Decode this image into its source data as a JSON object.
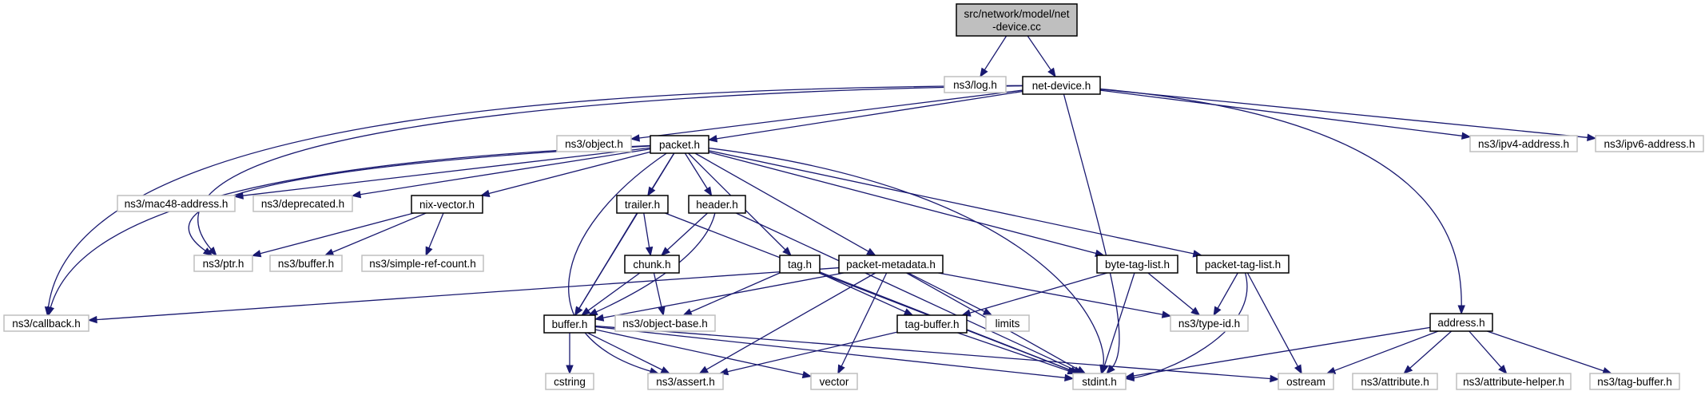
{
  "diagram": {
    "title": "Include dependency graph for src/network/model/net-device.cc",
    "colors": {
      "edge": "#191970",
      "root_fill": "#bfbfbf",
      "root_border": "#000000",
      "documented_border": "#000000",
      "external_border": "#bfbfbf",
      "node_fill": "#ffffff"
    },
    "nodes": [
      {
        "id": "root",
        "label_lines": [
          "src/network/model/net",
          "-device.cc"
        ],
        "kind": "root"
      },
      {
        "id": "log",
        "label_lines": [
          "ns3/log.h"
        ],
        "kind": "external"
      },
      {
        "id": "netdevice",
        "label_lines": [
          "net-device.h"
        ],
        "kind": "documented"
      },
      {
        "id": "object",
        "label_lines": [
          "ns3/object.h"
        ],
        "kind": "external"
      },
      {
        "id": "packet",
        "label_lines": [
          "packet.h"
        ],
        "kind": "documented"
      },
      {
        "id": "ipv4",
        "label_lines": [
          "ns3/ipv4-address.h"
        ],
        "kind": "external"
      },
      {
        "id": "ipv6",
        "label_lines": [
          "ns3/ipv6-address.h"
        ],
        "kind": "external"
      },
      {
        "id": "mac48",
        "label_lines": [
          "ns3/mac48-address.h"
        ],
        "kind": "external"
      },
      {
        "id": "deprecated",
        "label_lines": [
          "ns3/deprecated.h"
        ],
        "kind": "external"
      },
      {
        "id": "nixvector",
        "label_lines": [
          "nix-vector.h"
        ],
        "kind": "documented"
      },
      {
        "id": "trailer",
        "label_lines": [
          "trailer.h"
        ],
        "kind": "documented"
      },
      {
        "id": "header",
        "label_lines": [
          "header.h"
        ],
        "kind": "documented"
      },
      {
        "id": "ptr",
        "label_lines": [
          "ns3/ptr.h"
        ],
        "kind": "external"
      },
      {
        "id": "ns3buffer",
        "label_lines": [
          "ns3/buffer.h"
        ],
        "kind": "external"
      },
      {
        "id": "simplerefcount",
        "label_lines": [
          "ns3/simple-ref-count.h"
        ],
        "kind": "external"
      },
      {
        "id": "chunk",
        "label_lines": [
          "chunk.h"
        ],
        "kind": "documented"
      },
      {
        "id": "tag",
        "label_lines": [
          "tag.h"
        ],
        "kind": "documented"
      },
      {
        "id": "packetmetadata",
        "label_lines": [
          "packet-metadata.h"
        ],
        "kind": "documented"
      },
      {
        "id": "bytetaglist",
        "label_lines": [
          "byte-tag-list.h"
        ],
        "kind": "documented"
      },
      {
        "id": "packettaglist",
        "label_lines": [
          "packet-tag-list.h"
        ],
        "kind": "documented"
      },
      {
        "id": "callback",
        "label_lines": [
          "ns3/callback.h"
        ],
        "kind": "external"
      },
      {
        "id": "buffer",
        "label_lines": [
          "buffer.h"
        ],
        "kind": "documented"
      },
      {
        "id": "objectbase",
        "label_lines": [
          "ns3/object-base.h"
        ],
        "kind": "external"
      },
      {
        "id": "tagbuffer",
        "label_lines": [
          "tag-buffer.h"
        ],
        "kind": "documented"
      },
      {
        "id": "limits",
        "label_lines": [
          "limits"
        ],
        "kind": "external"
      },
      {
        "id": "typeid",
        "label_lines": [
          "ns3/type-id.h"
        ],
        "kind": "external"
      },
      {
        "id": "address",
        "label_lines": [
          "address.h"
        ],
        "kind": "documented"
      },
      {
        "id": "cstring",
        "label_lines": [
          "cstring"
        ],
        "kind": "external"
      },
      {
        "id": "assert",
        "label_lines": [
          "ns3/assert.h"
        ],
        "kind": "external"
      },
      {
        "id": "vector",
        "label_lines": [
          "vector"
        ],
        "kind": "external"
      },
      {
        "id": "stdint",
        "label_lines": [
          "stdint.h"
        ],
        "kind": "external"
      },
      {
        "id": "ostream",
        "label_lines": [
          "ostream"
        ],
        "kind": "external"
      },
      {
        "id": "attribute",
        "label_lines": [
          "ns3/attribute.h"
        ],
        "kind": "external"
      },
      {
        "id": "attributehelper",
        "label_lines": [
          "ns3/attribute-helper.h"
        ],
        "kind": "external"
      },
      {
        "id": "ns3tagbuffer",
        "label_lines": [
          "ns3/tag-buffer.h"
        ],
        "kind": "external"
      }
    ],
    "edges": [
      [
        "root",
        "log"
      ],
      [
        "root",
        "netdevice"
      ],
      [
        "netdevice",
        "object"
      ],
      [
        "netdevice",
        "packet"
      ],
      [
        "netdevice",
        "ipv4"
      ],
      [
        "netdevice",
        "ipv6"
      ],
      [
        "netdevice",
        "callback"
      ],
      [
        "netdevice",
        "ptr"
      ],
      [
        "netdevice",
        "address"
      ],
      [
        "netdevice",
        "stdint"
      ],
      [
        "packet",
        "mac48"
      ],
      [
        "packet",
        "deprecated"
      ],
      [
        "packet",
        "nixvector"
      ],
      [
        "packet",
        "ptr"
      ],
      [
        "packet",
        "callback"
      ],
      [
        "packet",
        "trailer"
      ],
      [
        "packet",
        "header"
      ],
      [
        "packet",
        "buffer"
      ],
      [
        "packet",
        "assert"
      ],
      [
        "packet",
        "tag"
      ],
      [
        "packet",
        "packetmetadata"
      ],
      [
        "packet",
        "bytetaglist"
      ],
      [
        "packet",
        "packettaglist"
      ],
      [
        "packet",
        "stdint"
      ],
      [
        "nixvector",
        "ptr"
      ],
      [
        "nixvector",
        "ns3buffer"
      ],
      [
        "nixvector",
        "simplerefcount"
      ],
      [
        "trailer",
        "chunk"
      ],
      [
        "trailer",
        "buffer"
      ],
      [
        "trailer",
        "stdint"
      ],
      [
        "header",
        "chunk"
      ],
      [
        "header",
        "buffer"
      ],
      [
        "header",
        "stdint"
      ],
      [
        "chunk",
        "buffer"
      ],
      [
        "chunk",
        "objectbase"
      ],
      [
        "tag",
        "objectbase"
      ],
      [
        "tag",
        "tagbuffer"
      ],
      [
        "tag",
        "stdint"
      ],
      [
        "packetmetadata",
        "callback"
      ],
      [
        "packetmetadata",
        "buffer"
      ],
      [
        "packetmetadata",
        "assert"
      ],
      [
        "packetmetadata",
        "vector"
      ],
      [
        "packetmetadata",
        "limits"
      ],
      [
        "packetmetadata",
        "stdint"
      ],
      [
        "packetmetadata",
        "typeid"
      ],
      [
        "bytetaglist",
        "tagbuffer"
      ],
      [
        "bytetaglist",
        "typeid"
      ],
      [
        "bytetaglist",
        "stdint"
      ],
      [
        "packettaglist",
        "typeid"
      ],
      [
        "packettaglist",
        "stdint"
      ],
      [
        "packettaglist",
        "ostream"
      ],
      [
        "buffer",
        "cstring"
      ],
      [
        "buffer",
        "assert"
      ],
      [
        "buffer",
        "vector"
      ],
      [
        "buffer",
        "stdint"
      ],
      [
        "buffer",
        "ostream"
      ],
      [
        "tagbuffer",
        "assert"
      ],
      [
        "tagbuffer",
        "stdint"
      ],
      [
        "address",
        "stdint"
      ],
      [
        "address",
        "ostream"
      ],
      [
        "address",
        "attribute"
      ],
      [
        "address",
        "attributehelper"
      ],
      [
        "address",
        "ns3tagbuffer"
      ]
    ]
  }
}
